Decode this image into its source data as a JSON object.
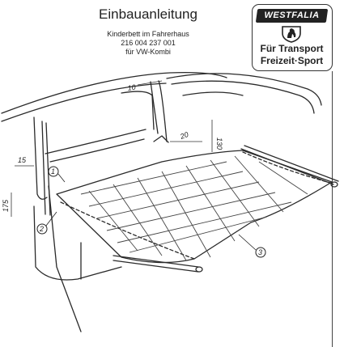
{
  "document": {
    "title": "Einbauanleitung",
    "subtitle_lines": [
      "Kinderbett im Fahrerhaus",
      "216 004 237 001",
      "für VW-Kombi"
    ]
  },
  "logo": {
    "brand": "WESTFALIA",
    "emblem_icon": "horse-crest-icon",
    "line1": "Für Transport",
    "line2": "Freizeit·Sport"
  },
  "drawing": {
    "dimensions": {
      "d10": "10",
      "d130": "130",
      "d20": "20",
      "d15": "15",
      "d175": "175"
    },
    "callouts": [
      "1",
      "2",
      "3"
    ]
  },
  "colors": {
    "ink": "#222222",
    "paper": "#ffffff"
  }
}
